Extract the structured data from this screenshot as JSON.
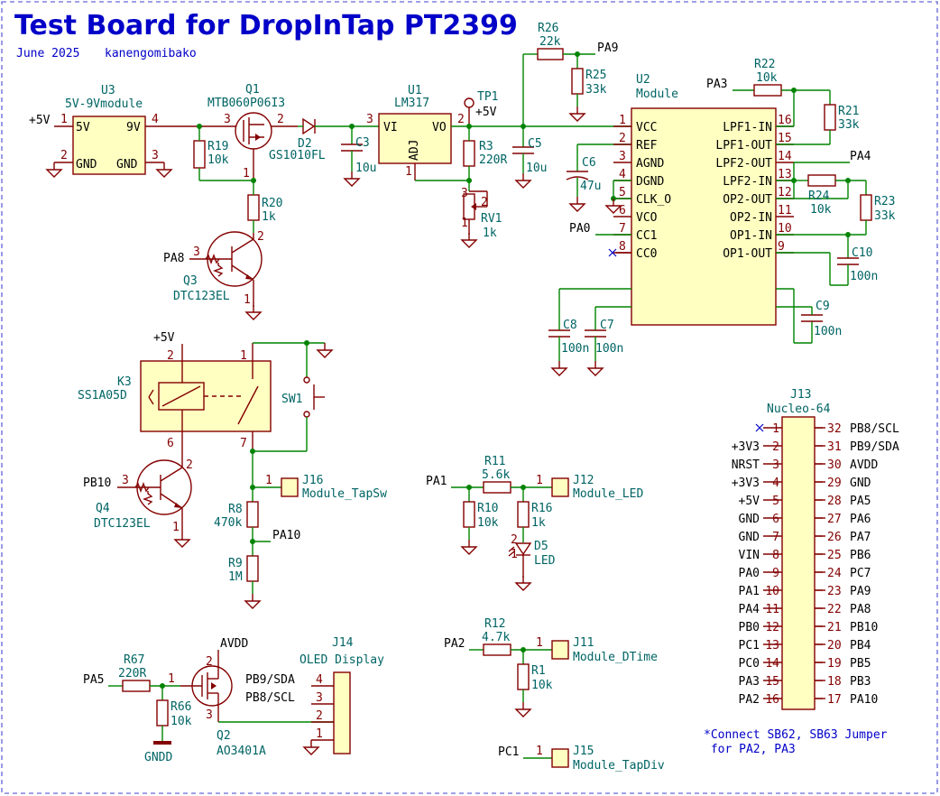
{
  "title": "Test Board for DropInTap PT2399",
  "subtitle_date": "June 2025",
  "subtitle_author": "kanengomibako",
  "note_lines": [
    "*Connect SB62, SB63 Jumper",
    " for PA2, PA3"
  ],
  "colors": {
    "wire": "#008400",
    "part": "#840000",
    "body": "#ffffc2",
    "ref": "#006464",
    "border": "#8080e0",
    "title": "#0000c8"
  },
  "power": {
    "p5v_a": "+5V",
    "p5v_b": "+5V",
    "p5v_tp": "+5V",
    "avdd": "AVDD",
    "gndd": "GNDD"
  },
  "parts": {
    "u3": {
      "ref": "U3",
      "value": "5V-9Vmodule",
      "pin5v": "5V",
      "pin9v": "9V",
      "gnd1": "GND",
      "gnd2": "GND"
    },
    "q1": {
      "ref": "Q1",
      "value": "MTB060P06I3"
    },
    "d2": {
      "ref": "D2",
      "value": "GS1010FL"
    },
    "u1": {
      "ref": "U1",
      "value": "LM317",
      "vi": "VI",
      "vo": "VO",
      "adj": "ADJ"
    },
    "tp1": {
      "ref": "TP1"
    },
    "c3": {
      "ref": "C3",
      "value": "10u"
    },
    "c5": {
      "ref": "C5",
      "value": "10u"
    },
    "r3": {
      "ref": "R3",
      "value": "220R"
    },
    "rv1": {
      "ref": "RV1",
      "value": "1k"
    },
    "r19": {
      "ref": "R19",
      "value": "10k"
    },
    "r20": {
      "ref": "R20",
      "value": "1k"
    },
    "q3": {
      "ref": "Q3",
      "value": "DTC123EL"
    },
    "r26": {
      "ref": "R26",
      "value": "22k"
    },
    "r25": {
      "ref": "R25",
      "value": "33k"
    },
    "r22": {
      "ref": "R22",
      "value": "10k"
    },
    "r21": {
      "ref": "R21",
      "value": "33k"
    },
    "r24": {
      "ref": "R24",
      "value": "10k"
    },
    "r23": {
      "ref": "R23",
      "value": "33k"
    },
    "c6": {
      "ref": "C6",
      "value": "47u"
    },
    "c10": {
      "ref": "C10",
      "value": "100n"
    },
    "c9": {
      "ref": "C9",
      "value": "100n"
    },
    "c8": {
      "ref": "C8",
      "value": "100n"
    },
    "c7": {
      "ref": "C7",
      "value": "100n"
    },
    "u2": {
      "ref": "U2",
      "value": "Module",
      "left": [
        "VCC",
        "REF",
        "AGND",
        "DGND",
        "CLK_O",
        "VCO",
        "CC1",
        "CC0"
      ],
      "leftnums": [
        "1",
        "2",
        "3",
        "4",
        "5",
        "6",
        "7",
        "8"
      ],
      "right": [
        "LPF1-IN",
        "LPF1-OUT",
        "LPF2-OUT",
        "LPF2-IN",
        "OP2-OUT",
        "OP2-IN",
        "OP1-IN",
        "OP1-OUT"
      ],
      "rightnums": [
        "16",
        "15",
        "14",
        "13",
        "12",
        "11",
        "10",
        "9"
      ]
    },
    "k3": {
      "ref": "K3",
      "value": "SS1A05D"
    },
    "sw1": {
      "ref": "SW1"
    },
    "q4": {
      "ref": "Q4",
      "value": "DTC123EL"
    },
    "j16": {
      "ref": "J16",
      "value": "Module_TapSw"
    },
    "r8": {
      "ref": "R8",
      "value": "470k"
    },
    "r9": {
      "ref": "R9",
      "value": "1M"
    },
    "r11": {
      "ref": "R11",
      "value": "5.6k"
    },
    "r10": {
      "ref": "R10",
      "value": "10k"
    },
    "r16": {
      "ref": "R16",
      "value": "1k"
    },
    "d5": {
      "ref": "D5",
      "value": "LED"
    },
    "j12": {
      "ref": "J12",
      "value": "Module_LED"
    },
    "r12": {
      "ref": "R12",
      "value": "4.7k"
    },
    "r1": {
      "ref": "R1",
      "value": "10k"
    },
    "j11": {
      "ref": "J11",
      "value": "Module_DTime"
    },
    "j15": {
      "ref": "J15",
      "value": "Module_TapDiv"
    },
    "r67": {
      "ref": "R67",
      "value": "220R"
    },
    "r66": {
      "ref": "R66",
      "value": "10k"
    },
    "q2": {
      "ref": "Q2",
      "value": "AO3401A"
    },
    "j14": {
      "ref": "J14",
      "value": "OLED Display"
    },
    "j13": {
      "ref": "J13",
      "value": "Nucleo-64",
      "leftnums": [
        "1",
        "2",
        "3",
        "4",
        "5",
        "6",
        "7",
        "8",
        "9",
        "10",
        "11",
        "12",
        "13",
        "14",
        "15",
        "16"
      ],
      "left": [
        "",
        "+3V3",
        "NRST",
        "+3V3",
        "+5V",
        "GND",
        "GND",
        "VIN",
        "PA0",
        "PA1",
        "PA4",
        "PB0",
        "PC1",
        "PC0",
        "PA3",
        "PA2"
      ],
      "rightnums": [
        "32",
        "31",
        "30",
        "29",
        "28",
        "27",
        "26",
        "25",
        "24",
        "23",
        "22",
        "21",
        "20",
        "19",
        "18",
        "17"
      ],
      "right": [
        "PB8/SCL",
        "PB9/SDA",
        "AVDD",
        "GND",
        "PA5",
        "PA6",
        "PA7",
        "PB6",
        "PC7",
        "PA9",
        "PA8",
        "PB10",
        "PB4",
        "PB5",
        "PB3",
        "PA10"
      ]
    }
  },
  "nets": {
    "pa9": "PA9",
    "pa3": "PA3",
    "pa4": "PA4",
    "pa0": "PA0",
    "pa8": "PA8",
    "pb10": "PB10",
    "pa10": "PA10",
    "pa1": "PA1",
    "pa2": "PA2",
    "pa5": "PA5",
    "pc1": "PC1",
    "pb9sda": "PB9/SDA",
    "pb8scl": "PB8/SCL"
  },
  "pin_numbers": {
    "u3_1": "1",
    "u3_4": "4",
    "u3_2": "2",
    "u3_3": "3",
    "q1_3": "3",
    "q1_2": "2",
    "q1_1": "1",
    "u1_3": "3",
    "u1_2": "2",
    "u1_1": "1",
    "q3_3": "3",
    "q3_2": "2",
    "q3_1": "1",
    "k3_2": "2",
    "k3_1": "1",
    "k3_6": "6",
    "k3_7": "7",
    "q4_3": "3",
    "q4_2": "2",
    "q4_1": "1",
    "rv1_1": "1",
    "rv1_2": "2",
    "rv1_3": "3",
    "j16_1": "1",
    "j12_1": "1",
    "j11_1": "1",
    "j15_1": "1",
    "q2_1": "1",
    "q2_2": "2",
    "q2_3": "3",
    "j14": [
      "4",
      "3",
      "2",
      "1"
    ],
    "d5_1": "1",
    "d5_2": "2"
  }
}
